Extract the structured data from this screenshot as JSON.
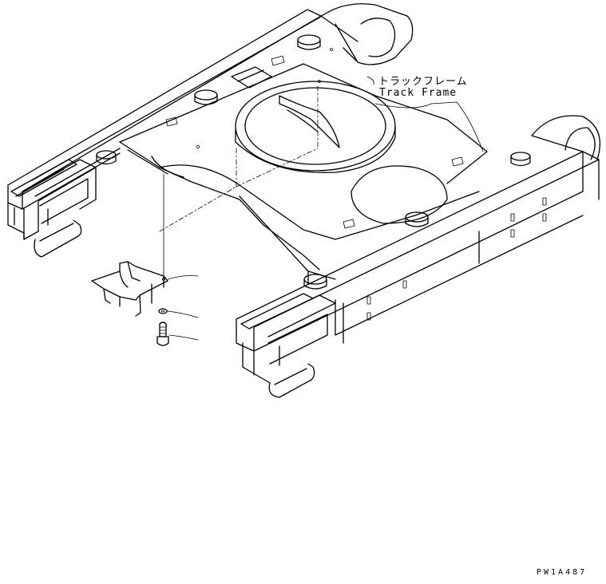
{
  "labels": {
    "part_name_jp": "トラックフレーム",
    "part_name_en": "Track Frame",
    "drawing_code": "PW1A487"
  },
  "callouts": [
    {
      "id": "cover"
    },
    {
      "id": "washer"
    },
    {
      "id": "bolt"
    }
  ]
}
